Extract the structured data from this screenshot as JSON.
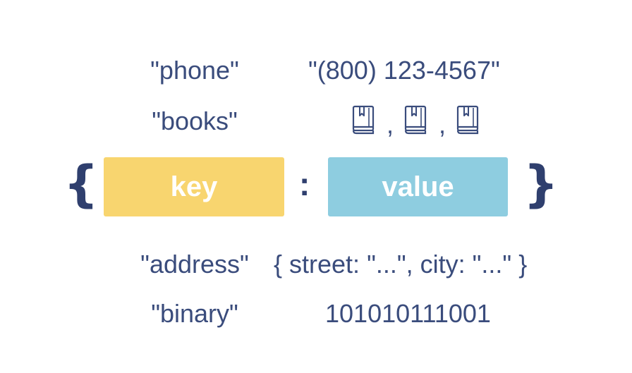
{
  "rows": {
    "phone": {
      "key": "\"phone\"",
      "value": "\"(800) 123-4567\""
    },
    "books": {
      "key": "\"books\"",
      "separators": [
        ",",
        ","
      ],
      "value_icons": [
        "book-icon",
        "book-icon",
        "book-icon"
      ]
    },
    "address": {
      "key": "\"address\"",
      "value": "{ street: \"...\", city: \"...\" }"
    },
    "binary": {
      "key": "\"binary\"",
      "value": "101010111001"
    }
  },
  "pair": {
    "open_brace": "{",
    "key_label": "key",
    "colon": ":",
    "value_label": "value",
    "close_brace": "}"
  },
  "colors": {
    "text": "#3a4c7c",
    "key_box": "#f8d56f",
    "value_box": "#8ecde0",
    "box_text": "#ffffff"
  }
}
